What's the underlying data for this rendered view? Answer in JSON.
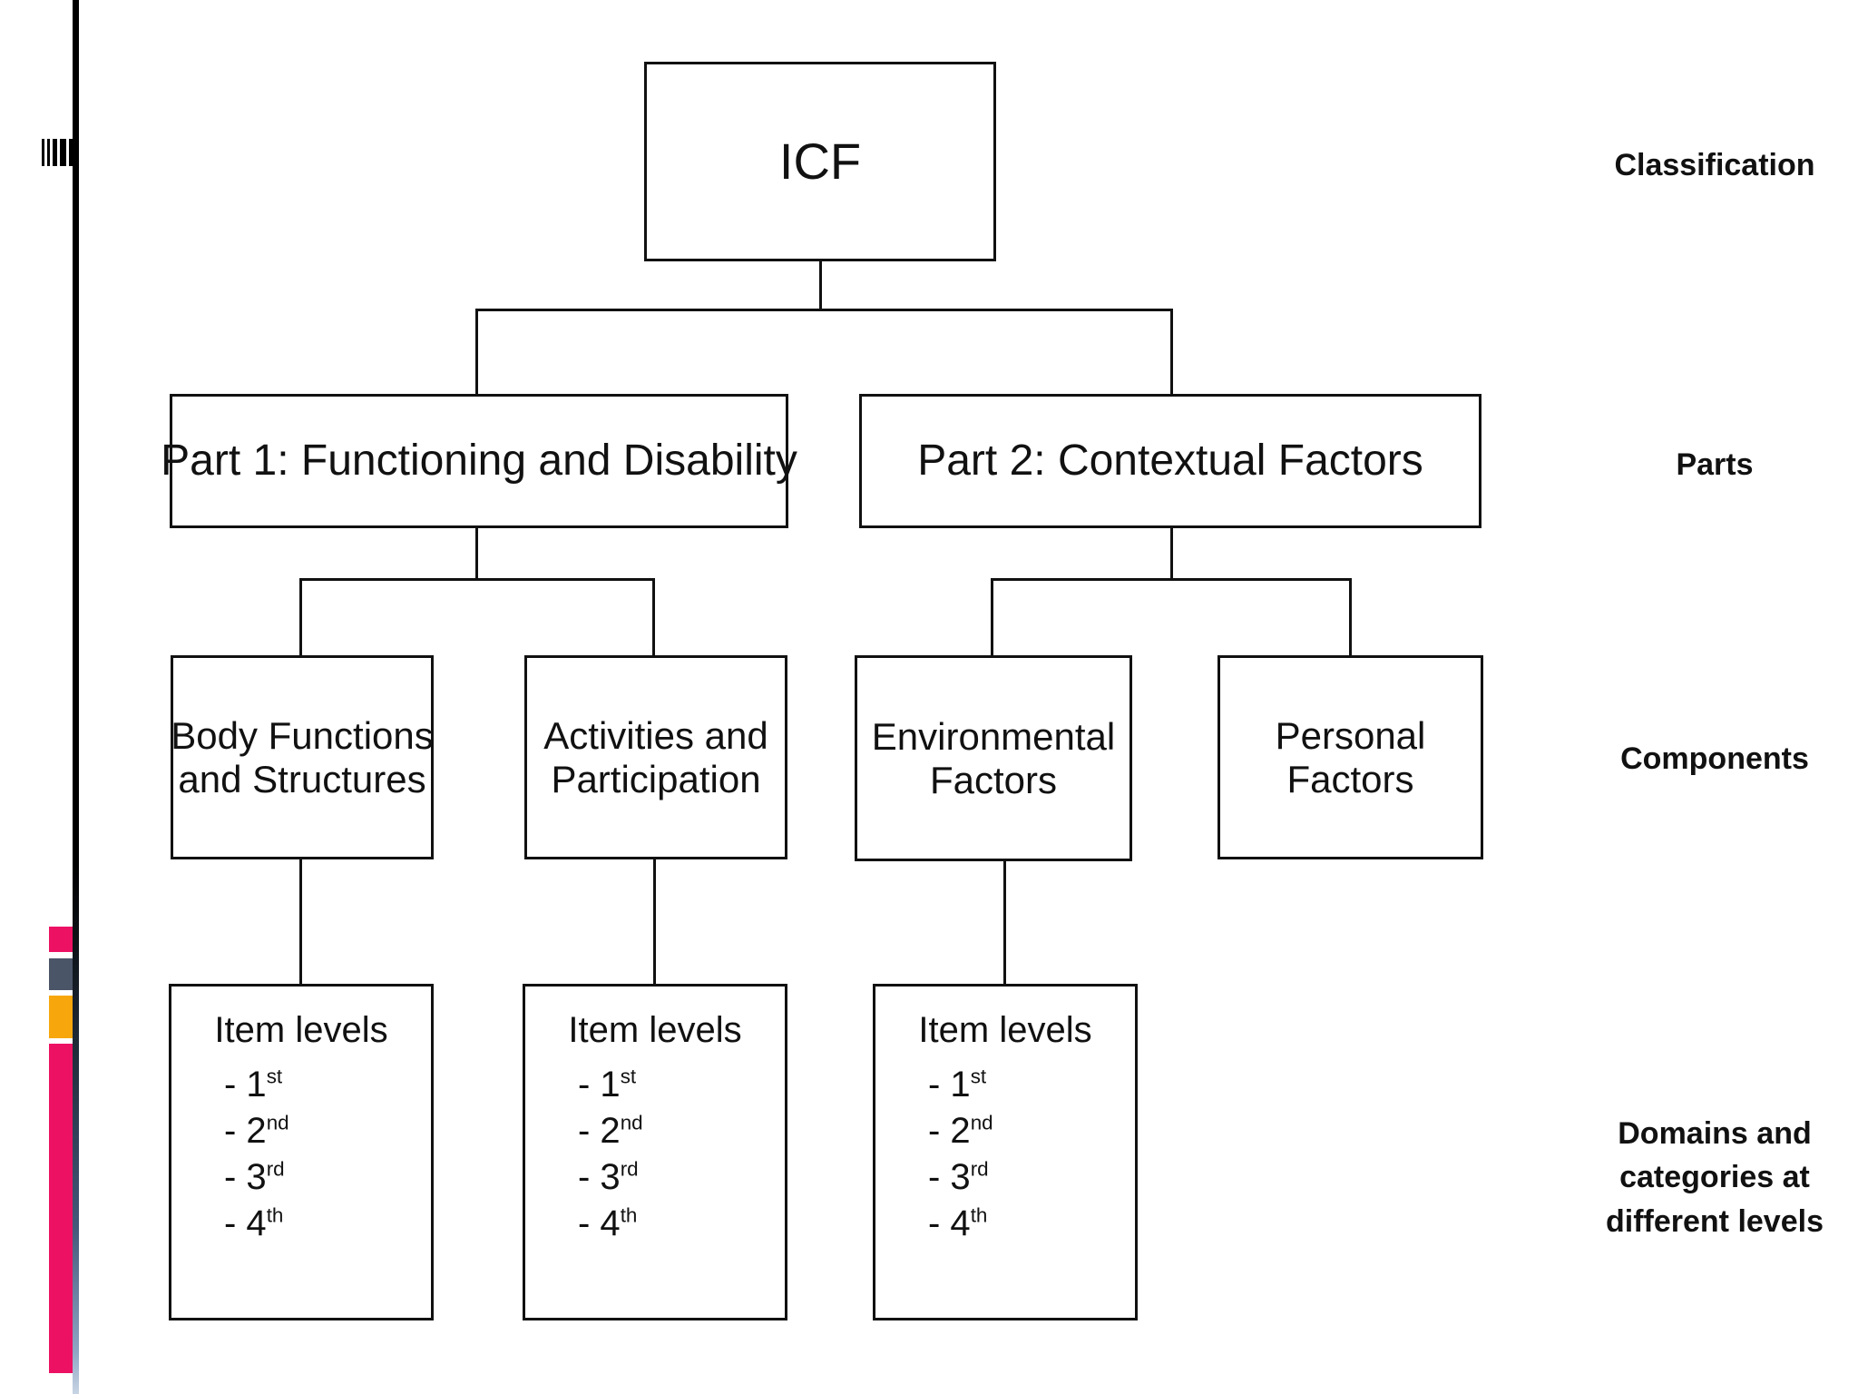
{
  "diagram": {
    "title": "ICF",
    "root": {
      "label": "ICF"
    },
    "parts": [
      {
        "label": "Part 1:  Functioning and Disability"
      },
      {
        "label": "Part 2:  Contextual Factors"
      }
    ],
    "components": [
      {
        "line1": "Body Functions",
        "line2": "and Structures"
      },
      {
        "line1": "Activities and",
        "line2": "Participation"
      },
      {
        "line1": "Environmental",
        "line2": "Factors"
      },
      {
        "line1": "Personal",
        "line2": "Factors"
      }
    ],
    "item_boxes": [
      {
        "title": "Item levels",
        "levels": [
          {
            "dash": "- 1",
            "ord": "st"
          },
          {
            "dash": "- 2",
            "ord": "nd"
          },
          {
            "dash": "- 3",
            "ord": "rd"
          },
          {
            "dash": "- 4",
            "ord": "th"
          }
        ]
      },
      {
        "title": "Item levels",
        "levels": [
          {
            "dash": "- 1",
            "ord": "st"
          },
          {
            "dash": "- 2",
            "ord": "nd"
          },
          {
            "dash": "- 3",
            "ord": "rd"
          },
          {
            "dash": "- 4",
            "ord": "th"
          }
        ]
      },
      {
        "title": "Item levels",
        "levels": [
          {
            "dash": "- 1",
            "ord": "st"
          },
          {
            "dash": "- 2",
            "ord": "nd"
          },
          {
            "dash": "- 3",
            "ord": "rd"
          },
          {
            "dash": "- 4",
            "ord": "th"
          }
        ]
      }
    ],
    "row_labels": {
      "classification": "Classification",
      "parts": "Parts",
      "components": "Components",
      "domains_line1": "Domains and",
      "domains_line2": "categories at",
      "domains_line3": "different levels"
    }
  },
  "decor": {
    "colors": {
      "pink": "#ED1164",
      "slate": "#4A5568",
      "amber": "#F7A70B",
      "rail_black": "#000000",
      "rail_blue": "#8FA6C4",
      "line": "#111111",
      "background": "#FFFFFF"
    }
  }
}
